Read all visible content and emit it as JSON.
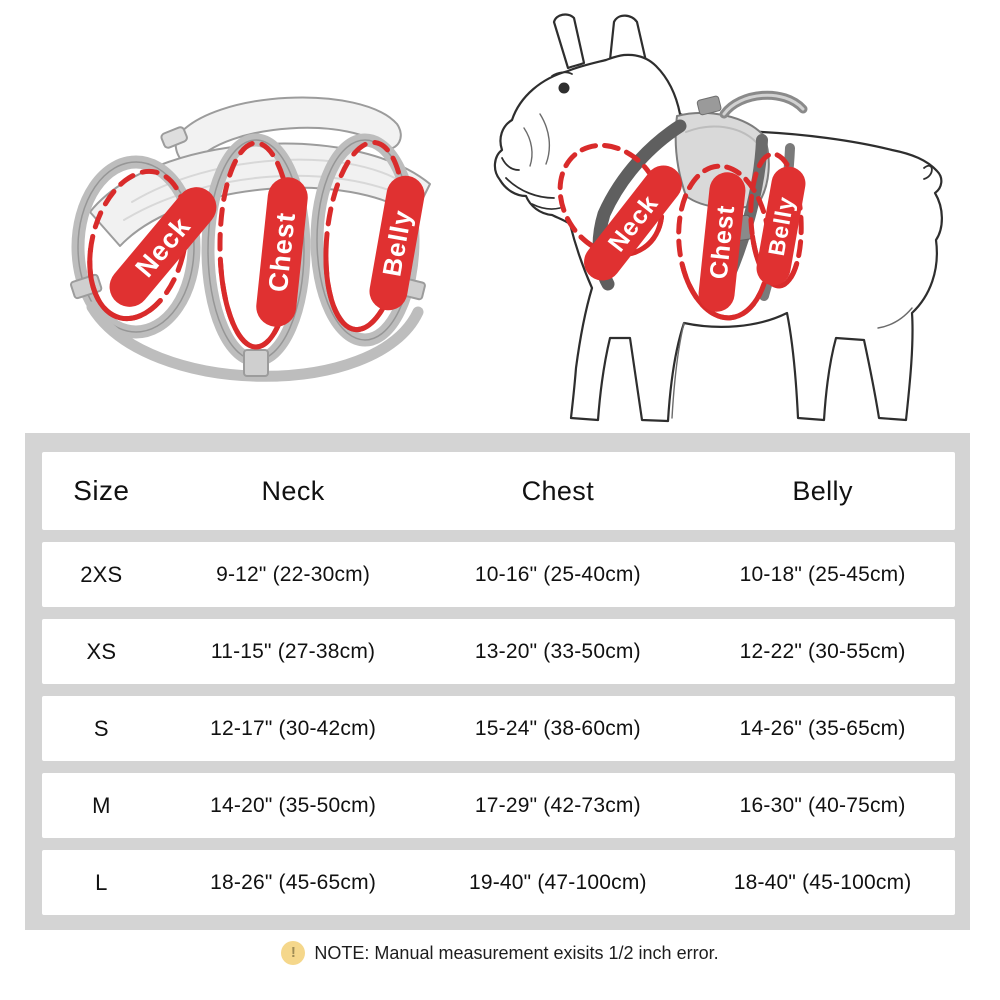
{
  "colors": {
    "accent_red": "#d92b2b",
    "pill_red": "#e03131",
    "panel_gray": "#d4d4d4",
    "row_white": "#ffffff",
    "note_icon_bg": "#f5d78b",
    "note_icon_glyph_color": "#9f8c55",
    "sketch_dark": "#2e2e2e",
    "sketch_gray": "#9c9c9c"
  },
  "illustration": {
    "harness": {
      "labels": {
        "neck": "Neck",
        "chest": "Chest",
        "belly": "Belly"
      }
    },
    "dog": {
      "labels": {
        "neck": "Neck",
        "chest": "Chest",
        "belly": "Belly"
      }
    }
  },
  "size_table": {
    "headers": {
      "size": "Size",
      "neck": "Neck",
      "chest": "Chest",
      "belly": "Belly"
    },
    "rows": [
      {
        "size": "2XS",
        "neck": "9-12\" (22-30cm)",
        "chest": "10-16\" (25-40cm)",
        "belly": "10-18\" (25-45cm)"
      },
      {
        "size": "XS",
        "neck": "11-15\" (27-38cm)",
        "chest": "13-20\" (33-50cm)",
        "belly": "12-22\" (30-55cm)"
      },
      {
        "size": "S",
        "neck": "12-17\" (30-42cm)",
        "chest": "15-24\" (38-60cm)",
        "belly": "14-26\" (35-65cm)"
      },
      {
        "size": "M",
        "neck": "14-20\" (35-50cm)",
        "chest": "17-29\" (42-73cm)",
        "belly": "16-30\" (40-75cm)"
      },
      {
        "size": "L",
        "neck": "18-26\" (45-65cm)",
        "chest": "19-40\" (47-100cm)",
        "belly": "18-40\" (45-100cm)"
      }
    ]
  },
  "note": {
    "icon_glyph": "!",
    "text": "NOTE: Manual measurement exisits 1/2 inch error."
  },
  "chart_data": {
    "type": "table",
    "title": "Dog harness size chart",
    "columns": [
      "Size",
      "Neck",
      "Chest",
      "Belly"
    ],
    "rows": [
      [
        "2XS",
        "9-12\" (22-30cm)",
        "10-16\" (25-40cm)",
        "10-18\" (25-45cm)"
      ],
      [
        "XS",
        "11-15\" (27-38cm)",
        "13-20\" (33-50cm)",
        "12-22\" (30-55cm)"
      ],
      [
        "S",
        "12-17\" (30-42cm)",
        "15-24\" (38-60cm)",
        "14-26\" (35-65cm)"
      ],
      [
        "M",
        "14-20\" (35-50cm)",
        "17-29\" (42-73cm)",
        "16-30\" (40-75cm)"
      ],
      [
        "L",
        "18-26\" (45-65cm)",
        "19-40\" (47-100cm)",
        "18-40\" (45-100cm)"
      ]
    ],
    "annotations": [
      "Neck",
      "Chest",
      "Belly",
      "NOTE: Manual measurement exisits 1/2 inch error."
    ]
  }
}
